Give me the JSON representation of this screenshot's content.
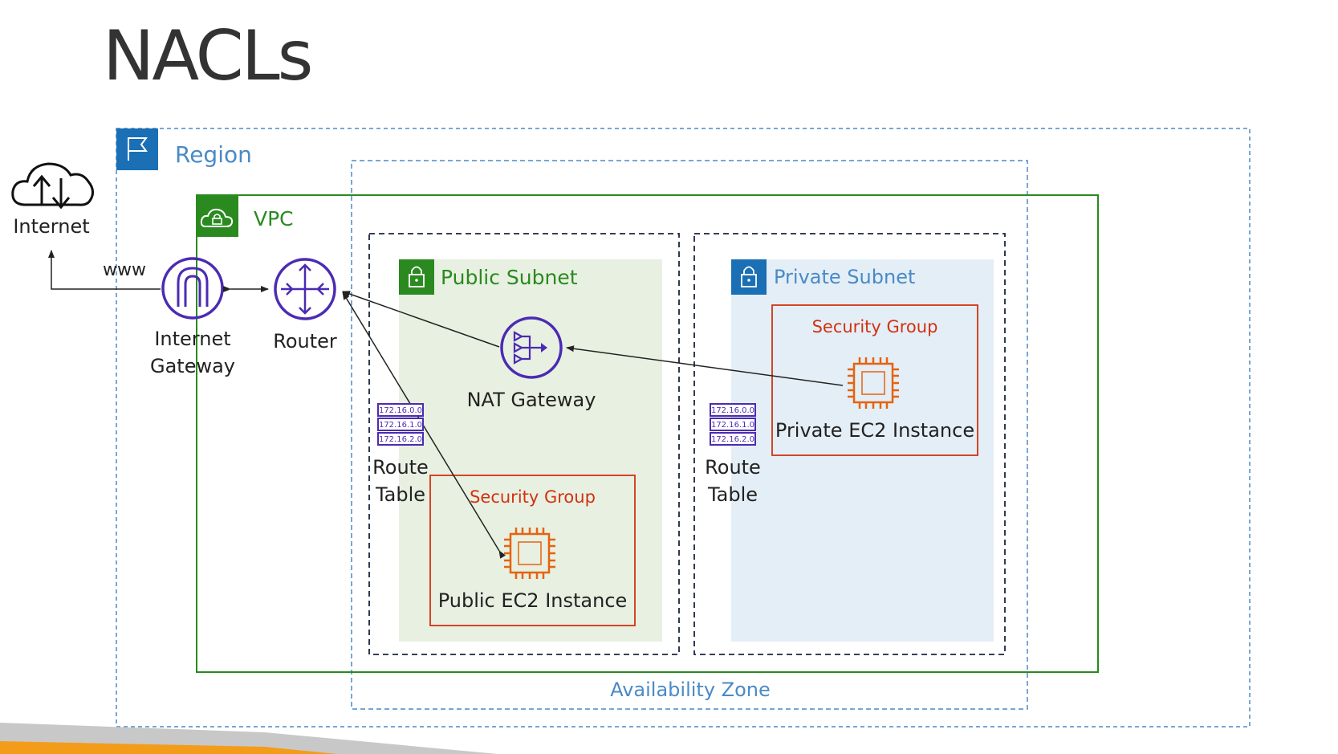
{
  "slide": {
    "title": "NACLs"
  },
  "region": {
    "label": "Region"
  },
  "vpc": {
    "label": "VPC"
  },
  "availability_zone": {
    "label": "Availability Zone"
  },
  "internet": {
    "label": "Internet",
    "www_label": "www"
  },
  "internet_gateway": {
    "line1": "Internet",
    "line2": "Gateway"
  },
  "router": {
    "label": "Router"
  },
  "public_subnet": {
    "label": "Public Subnet",
    "nat_gateway": "NAT Gateway",
    "route_table": {
      "line1": "Route",
      "line2": "Table",
      "entries": [
        "172.16.0.0",
        "172.16.1.0",
        "172.16.2.0"
      ]
    },
    "security_group": "Security Group",
    "instance": "Public EC2 Instance"
  },
  "private_subnet": {
    "label": "Private Subnet",
    "route_table": {
      "line1": "Route",
      "line2": "Table",
      "entries": [
        "172.16.0.0",
        "172.16.1.0",
        "172.16.2.0"
      ]
    },
    "security_group": "Security Group",
    "instance": "Private EC2 Instance"
  },
  "colors": {
    "region_blue": "#1a6fb5",
    "region_text": "#4a8ac6",
    "vpc_green": "#2a8a1f",
    "public_subnet_bg": "#e8f0e2",
    "private_subnet_bg": "#e4eef6",
    "purple": "#4b2bb3",
    "security_group_red": "#d13212",
    "ec2_orange": "#e5630f",
    "text_dark": "#333333"
  }
}
